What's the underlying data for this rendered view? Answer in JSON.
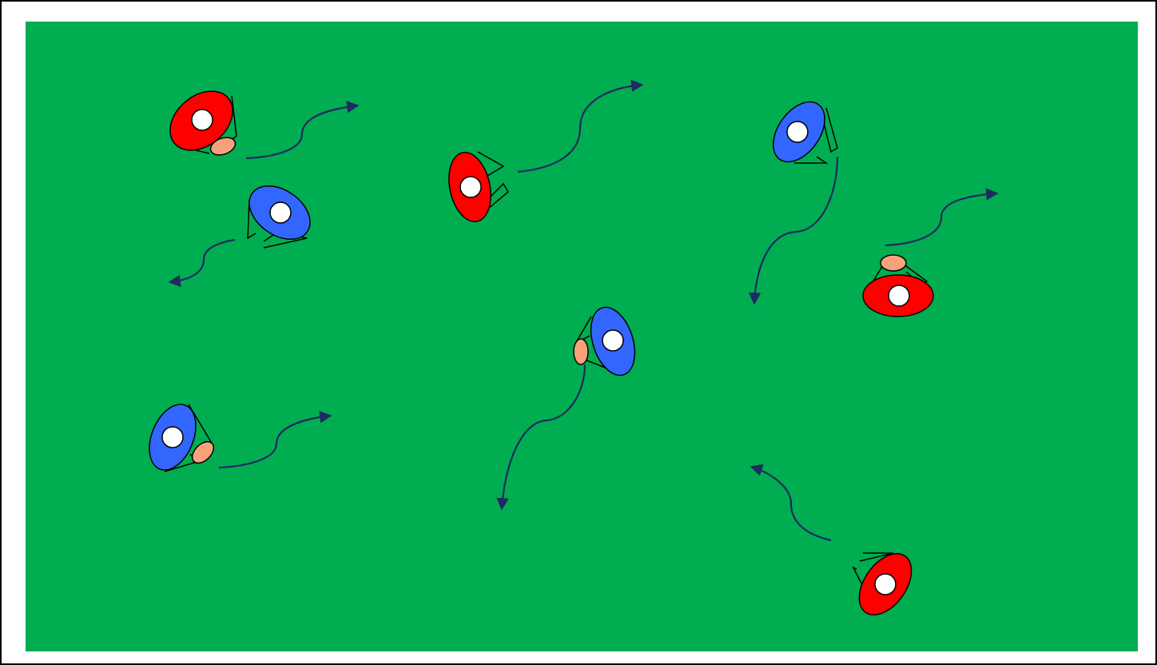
{
  "colors": {
    "frame_border": "#000000",
    "field": "#00AD50",
    "red_team": "#FF0000",
    "blue_team": "#3366FF",
    "ball": "#F7A27A",
    "head": "#FFFFFF",
    "arrow": "#1F2A60",
    "outline": "#000000"
  },
  "players": [
    {
      "id": "red-player-top-left",
      "team": "red",
      "has_ball": true
    },
    {
      "id": "blue-player-top-left",
      "team": "blue",
      "has_ball": false
    },
    {
      "id": "red-player-top-center",
      "team": "red",
      "has_ball": false
    },
    {
      "id": "blue-player-top-right",
      "team": "blue",
      "has_ball": false
    },
    {
      "id": "red-player-right",
      "team": "red",
      "has_ball": true
    },
    {
      "id": "blue-player-center",
      "team": "blue",
      "has_ball": true
    },
    {
      "id": "blue-player-bottom-left",
      "team": "blue",
      "has_ball": true
    },
    {
      "id": "red-player-bottom-right",
      "team": "red",
      "has_ball": false
    }
  ],
  "arrows": [
    {
      "id": "arrow-red-top-left-run"
    },
    {
      "id": "arrow-blue-top-left-run"
    },
    {
      "id": "arrow-red-top-center-run"
    },
    {
      "id": "arrow-blue-top-right-run"
    },
    {
      "id": "arrow-red-right-run"
    },
    {
      "id": "arrow-blue-center-run"
    },
    {
      "id": "arrow-blue-bottom-left-run"
    },
    {
      "id": "arrow-red-bottom-right-run"
    }
  ]
}
